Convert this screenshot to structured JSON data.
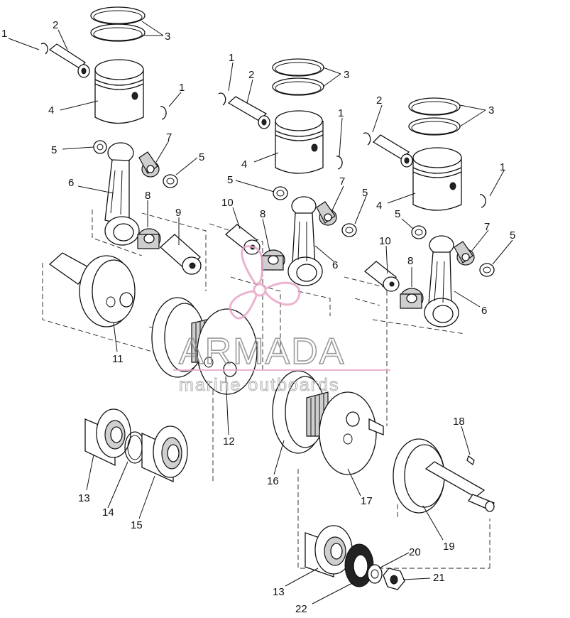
{
  "watermark": {
    "brand": "ARMADA",
    "tagline": "marine outboards",
    "logo_color": "#e8a6c8",
    "line_color": "#e8a6c8"
  },
  "callouts": [
    {
      "num": "1"
    },
    {
      "num": "2"
    },
    {
      "num": "3"
    },
    {
      "num": "4"
    },
    {
      "num": "1"
    },
    {
      "num": "5"
    },
    {
      "num": "7"
    },
    {
      "num": "5"
    },
    {
      "num": "6"
    },
    {
      "num": "8"
    },
    {
      "num": "9"
    },
    {
      "num": "1"
    },
    {
      "num": "2"
    },
    {
      "num": "3"
    },
    {
      "num": "1"
    },
    {
      "num": "4"
    },
    {
      "num": "5"
    },
    {
      "num": "7"
    },
    {
      "num": "5"
    },
    {
      "num": "10"
    },
    {
      "num": "8"
    },
    {
      "num": "6"
    },
    {
      "num": "2"
    },
    {
      "num": "3"
    },
    {
      "num": "1"
    },
    {
      "num": "4"
    },
    {
      "num": "5"
    },
    {
      "num": "7"
    },
    {
      "num": "5"
    },
    {
      "num": "10"
    },
    {
      "num": "8"
    },
    {
      "num": "6"
    },
    {
      "num": "11"
    },
    {
      "num": "12"
    },
    {
      "num": "13"
    },
    {
      "num": "14"
    },
    {
      "num": "15"
    },
    {
      "num": "16"
    },
    {
      "num": "17"
    },
    {
      "num": "18"
    },
    {
      "num": "19"
    },
    {
      "num": "13"
    },
    {
      "num": "20"
    },
    {
      "num": "21"
    },
    {
      "num": "22"
    }
  ]
}
